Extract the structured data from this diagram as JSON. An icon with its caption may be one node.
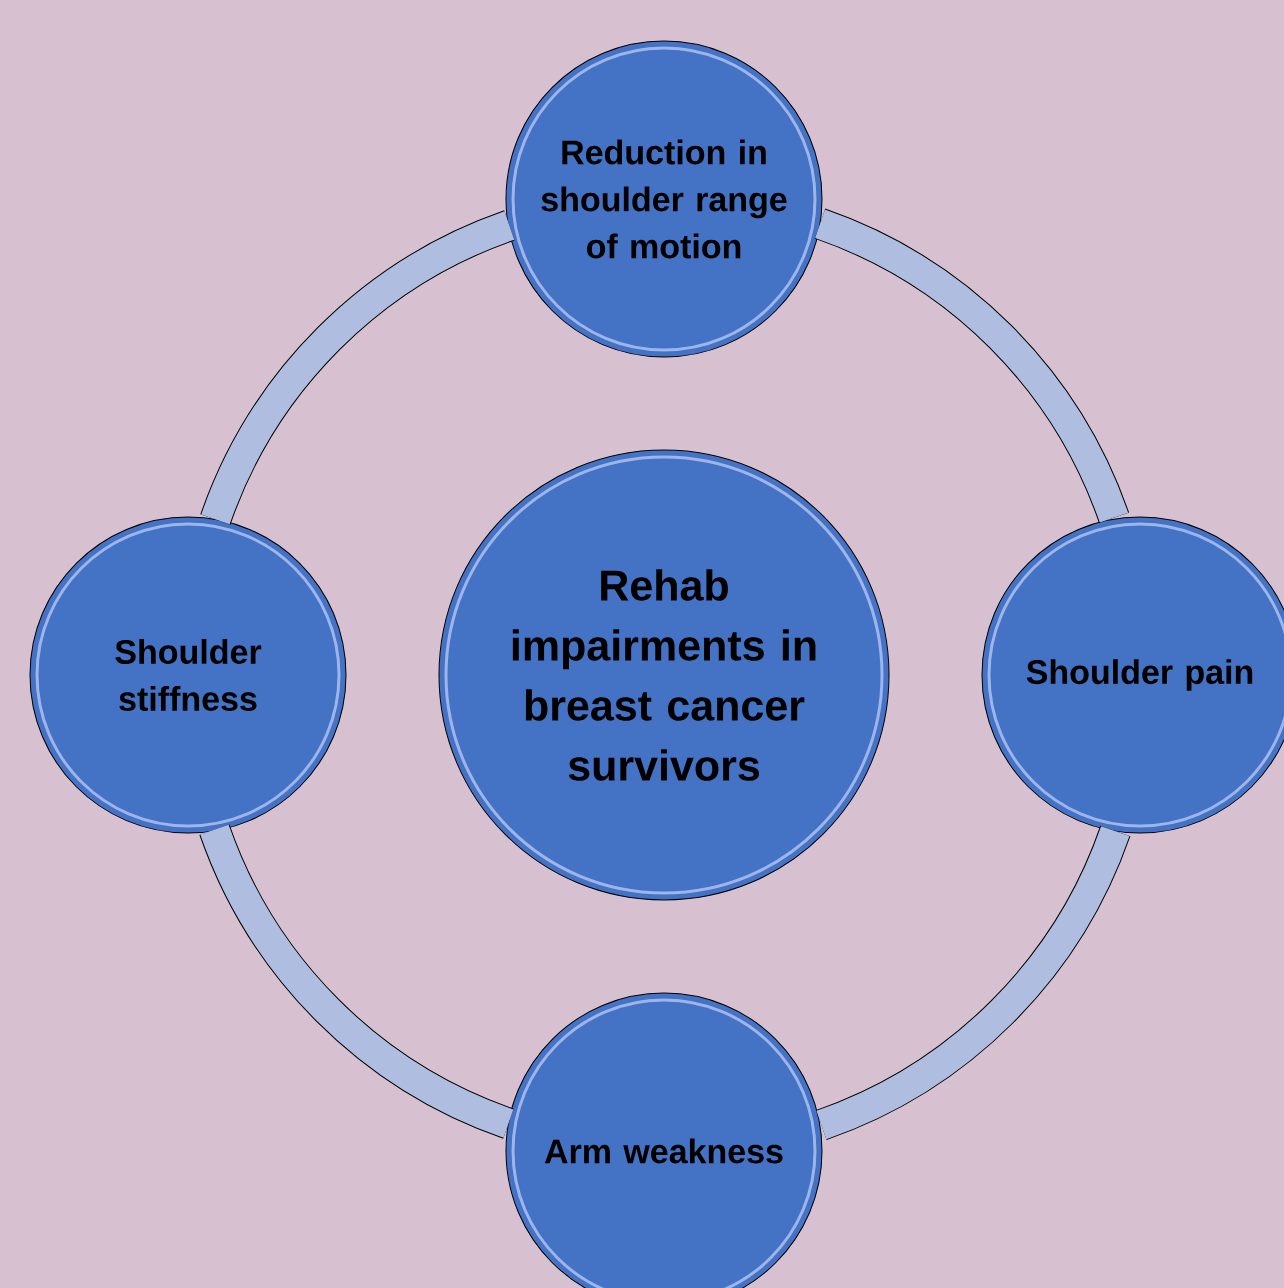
{
  "diagram": {
    "nodes": [
      {
        "text": [
          "Rehab impairments in breast cancer survivors"
        ]
      },
      {
        "text": [
          "Reduction in shoulder range of motion"
        ]
      },
      {
        "text": [
          "Shoulder pain"
        ]
      },
      {
        "text": [
          "Arm weakness"
        ]
      },
      {
        "text": [
          "Shoulder stiffness"
        ]
      }
    ],
    "edges": [
      {
        "from": 1,
        "to": 2,
        "arrow": "none"
      },
      {
        "from": 2,
        "to": 3,
        "arrow": "none"
      },
      {
        "from": 3,
        "to": 4,
        "arrow": "none"
      },
      {
        "from": 4,
        "to": 1,
        "arrow": "none"
      }
    ]
  }
}
